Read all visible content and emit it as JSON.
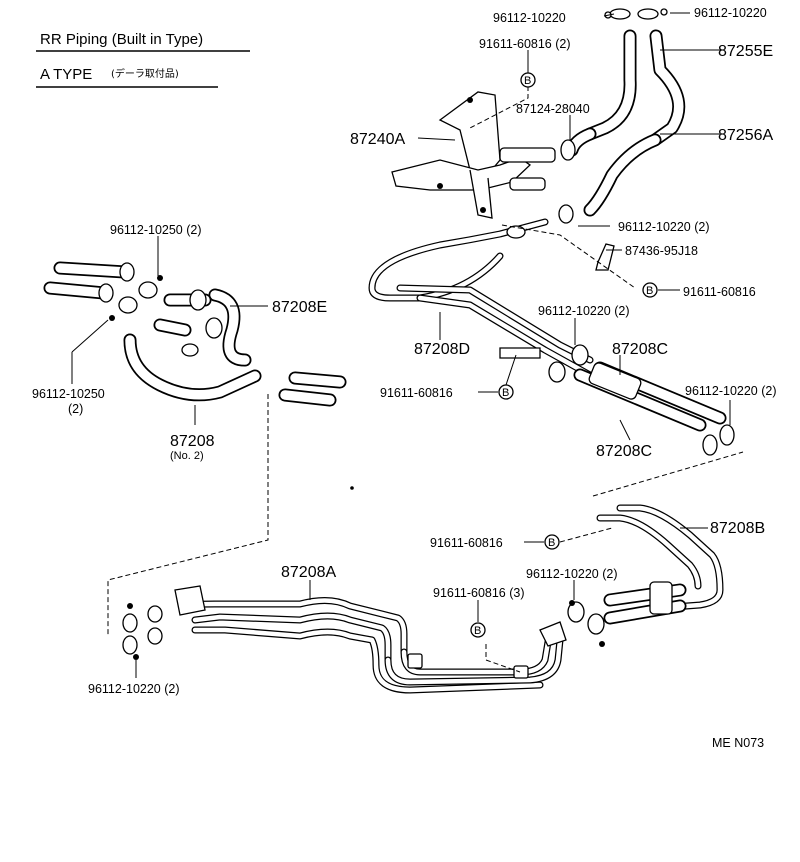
{
  "header": {
    "title_line1": "RR Piping (Built in Type)",
    "title_line2_main": "A TYPE",
    "title_line2_note": "(デーラ取付品)"
  },
  "callouts": {
    "c_96112_10220_tl": "96112-10220",
    "c_96112_10220_tr": "96112-10220",
    "c_91611_60816_2": "91611-60816 (2)",
    "c_87255E": "87255E",
    "c_87124_28040": "87124-28040",
    "c_87256A": "87256A",
    "c_87240A": "87240A",
    "c_96112_10220_2_a": "96112-10220 (2)",
    "c_87436_95J18": "87436-95J18",
    "c_91611_60816_r": "91611-60816",
    "c_96112_10250_2": "96112-10250 (2)",
    "c_87208E": "87208E",
    "c_96112_10250": "96112-10250",
    "c_96112_10250_qty": "(2)",
    "c_87208": "87208",
    "c_87208_no2": "(No. 2)",
    "c_96112_10220_2_b": "96112-10220 (2)",
    "c_87208D": "87208D",
    "c_87208C_top": "87208C",
    "c_91611_60816_mid": "91611-60816",
    "c_96112_10220_2_c": "96112-10220 (2)",
    "c_87208C_bot": "87208C",
    "c_91611_60816_low": "91611-60816",
    "c_87208B": "87208B",
    "c_87208A": "87208A",
    "c_96112_10220_2_d": "96112-10220 (2)",
    "c_91611_60816_3": "91611-60816 (3)",
    "c_96112_10220_2_e": "96112-10220 (2)",
    "c_B": "B"
  },
  "footer": {
    "code": "ME  N073"
  }
}
